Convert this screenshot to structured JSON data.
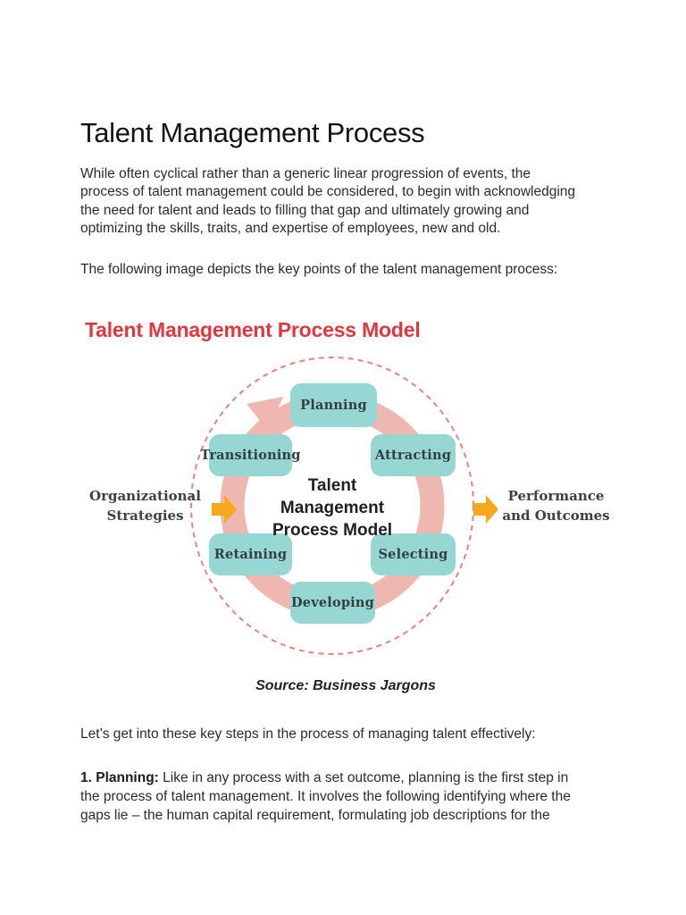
{
  "doc": {
    "title": "Talent Management Process",
    "intro_lines": [
      "While often cyclical rather than a generic linear progression of events, the",
      "process of talent management could be considered, to begin with acknowledging",
      "the need for talent and leads to filling that gap and ultimately growing and",
      "optimizing the skills, traits, and expertise of employees, new and old."
    ],
    "figure_lead": "The following image depicts the key points of the talent management process:",
    "source_caption": "Source: Business Jargons",
    "steps_lead": "Let’s get into these key steps in the process of managing talent effectively:",
    "step1": {
      "label": "1. Planning:",
      "line1_rest": " Like in any process with a set outcome, planning is the first step in",
      "line2": "the process of talent management. It involves the following identifying where the",
      "line3": "gaps lie – the human capital requirement, formulating job descriptions for the"
    }
  },
  "diagram": {
    "title": "Talent Management Process Model",
    "center_lines": [
      "Talent",
      "Management",
      "Process Model"
    ],
    "nodes": {
      "planning": "Planning",
      "attracting": "Attracting",
      "selecting": "Selecting",
      "developing": "Developing",
      "retaining": "Retaining",
      "transitioning": "Transitioning"
    },
    "input_label_lines": [
      "Organizational",
      "Strategies"
    ],
    "output_label_lines": [
      "Performance",
      "and Outcomes"
    ],
    "colors": {
      "title_red": "#e2383d",
      "node_fill": "#97d7d3",
      "ring_pink": "#eeb7af",
      "dashed_stroke": "#e8837a",
      "arrow_yellow": "#f7a81b",
      "label_ink": "#40403e",
      "center_ink": "#1f1f1f"
    }
  }
}
